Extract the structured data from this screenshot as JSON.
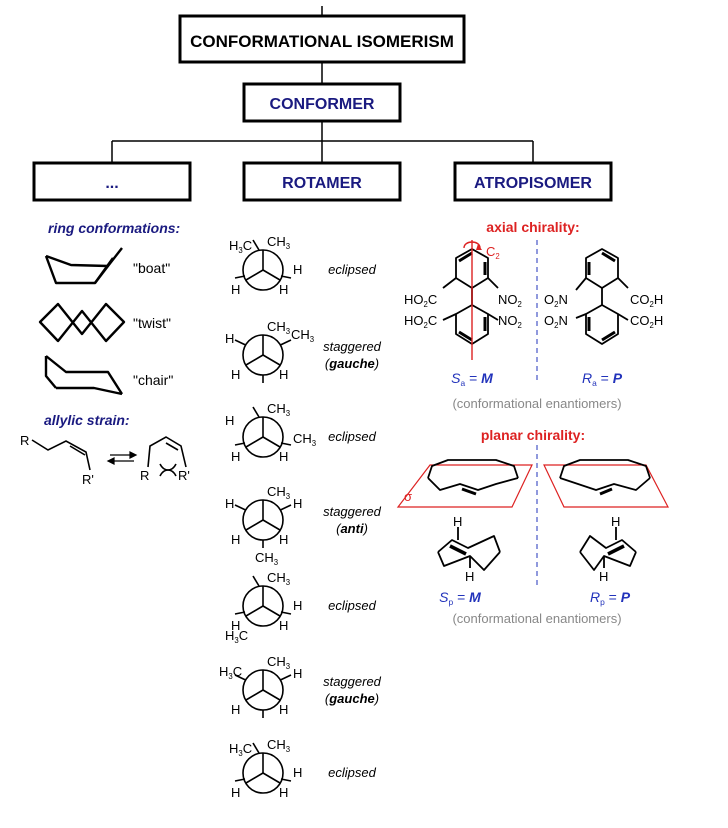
{
  "hierarchy": {
    "root": "CONFORMATIONAL ISOMERISM",
    "level1": "CONFORMER",
    "branches": [
      "...",
      "ROTAMER",
      "ATROPISOMER"
    ]
  },
  "ring_section": {
    "title": "ring conformations:",
    "items": [
      {
        "label": "\"boat\""
      },
      {
        "label": "\"twist\""
      },
      {
        "label": "\"chair\""
      }
    ]
  },
  "allylic_section": {
    "title": "allylic strain:",
    "left_R": "R",
    "left_Rp": "R'",
    "right_R": "R",
    "right_Rp": "R'"
  },
  "rotamers": [
    {
      "label": "eclipsed",
      "label_bold": ""
    },
    {
      "label": "staggered",
      "label_bold": "gauche"
    },
    {
      "label": "eclipsed",
      "label_bold": ""
    },
    {
      "label": "staggered",
      "label_bold": "anti"
    },
    {
      "label": "eclipsed",
      "label_bold": ""
    },
    {
      "label": "staggered",
      "label_bold": "gauche"
    },
    {
      "label": "eclipsed",
      "label_bold": ""
    }
  ],
  "newman_text": {
    "CH3": "CH",
    "sub3": "3",
    "H3C_H": "H",
    "H3C_C": "C",
    "H": "H"
  },
  "axial": {
    "title": "axial chirality:",
    "c2": "C",
    "c2_sub": "2",
    "left_groups": {
      "hoc_top": "HO",
      "hoc_top_sub": "2",
      "hoc_top_c": "C",
      "hoc_bot": "HO",
      "hoc_bot_sub": "2",
      "hoc_bot_c": "C",
      "no2_top": "NO",
      "no2_top_sub": "2",
      "no2_bot": "NO",
      "no2_bot_sub": "2"
    },
    "right_groups": {
      "o2n_top": "O",
      "o2n_top_sub": "2",
      "o2n_top_n": "N",
      "o2n_bot": "O",
      "o2n_bot_sub": "2",
      "o2n_bot_n": "N",
      "co2h_top": "CO",
      "co2h_top_sub": "2",
      "co2h_top_h": "H",
      "co2h_bot": "CO",
      "co2h_bot_sub": "2",
      "co2h_bot_h": "H"
    },
    "left_desc": {
      "letter": "S",
      "sub": "a",
      "eq": " = ",
      "val": "M"
    },
    "right_desc": {
      "letter": "R",
      "sub": "a",
      "eq": " = ",
      "val": "P"
    },
    "caption": "(conformational enantiomers)"
  },
  "planar": {
    "title": "planar chirality:",
    "sigma": "σ",
    "H": "H",
    "left_desc": {
      "letter": "S",
      "sub": "p",
      "eq": " = ",
      "val": "M"
    },
    "right_desc": {
      "letter": "R",
      "sub": "p",
      "eq": " = ",
      "val": "P"
    },
    "caption": "(conformational enantiomers)"
  },
  "colors": {
    "navy": "#1a1a80",
    "red": "#dd2222",
    "blue": "#2233bb",
    "gray": "#888888",
    "black": "#000000"
  }
}
